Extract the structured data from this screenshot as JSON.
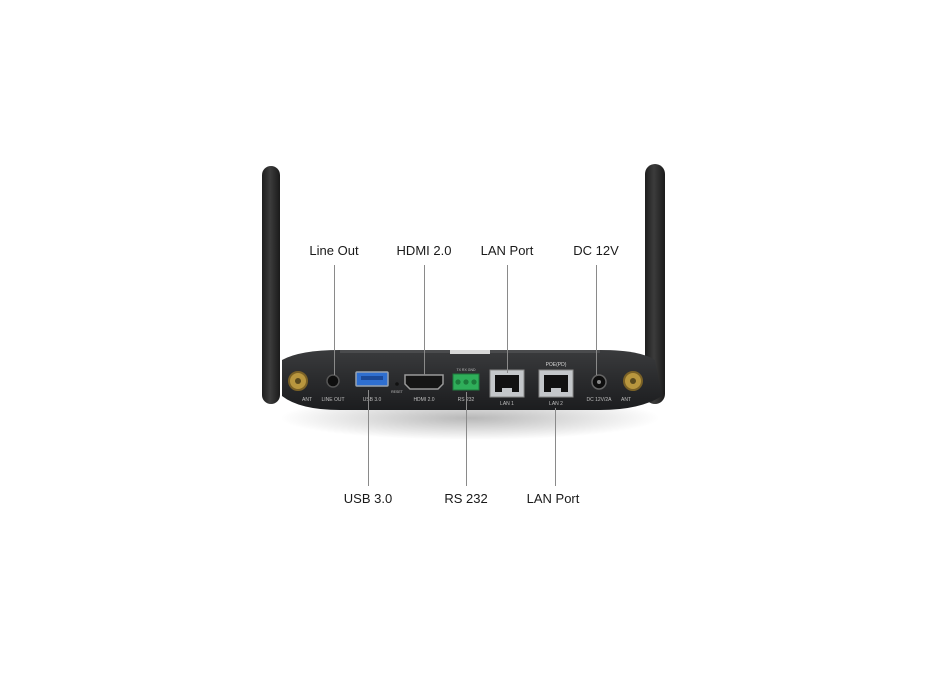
{
  "callouts_top": {
    "line_out": "Line Out",
    "hdmi": "HDMI 2.0",
    "lan_port": "LAN Port",
    "dc": "DC 12V"
  },
  "callouts_bottom": {
    "usb": "USB 3.0",
    "rs232": "RS 232",
    "lan_port": "LAN Port"
  },
  "panel_labels": {
    "ant_left": "ANT",
    "line_out": "LINE OUT",
    "usb": "USB 3.0",
    "reset": "RESET",
    "hdmi": "HDMI 2.0",
    "rs232": "RS 232",
    "rs232_pins": "TX  RX  GND",
    "lan1": "LAN 1",
    "poe": "POE(PD)",
    "lan2": "LAN 2",
    "dc": "DC 12V/2A",
    "ant_right": "ANT"
  },
  "colors": {
    "body": "#2b2c2e",
    "antenna": "#2a2a2a",
    "usb_blue": "#2f6fd0",
    "terminal_green": "#2fae5a",
    "gold": "#b8963e"
  }
}
